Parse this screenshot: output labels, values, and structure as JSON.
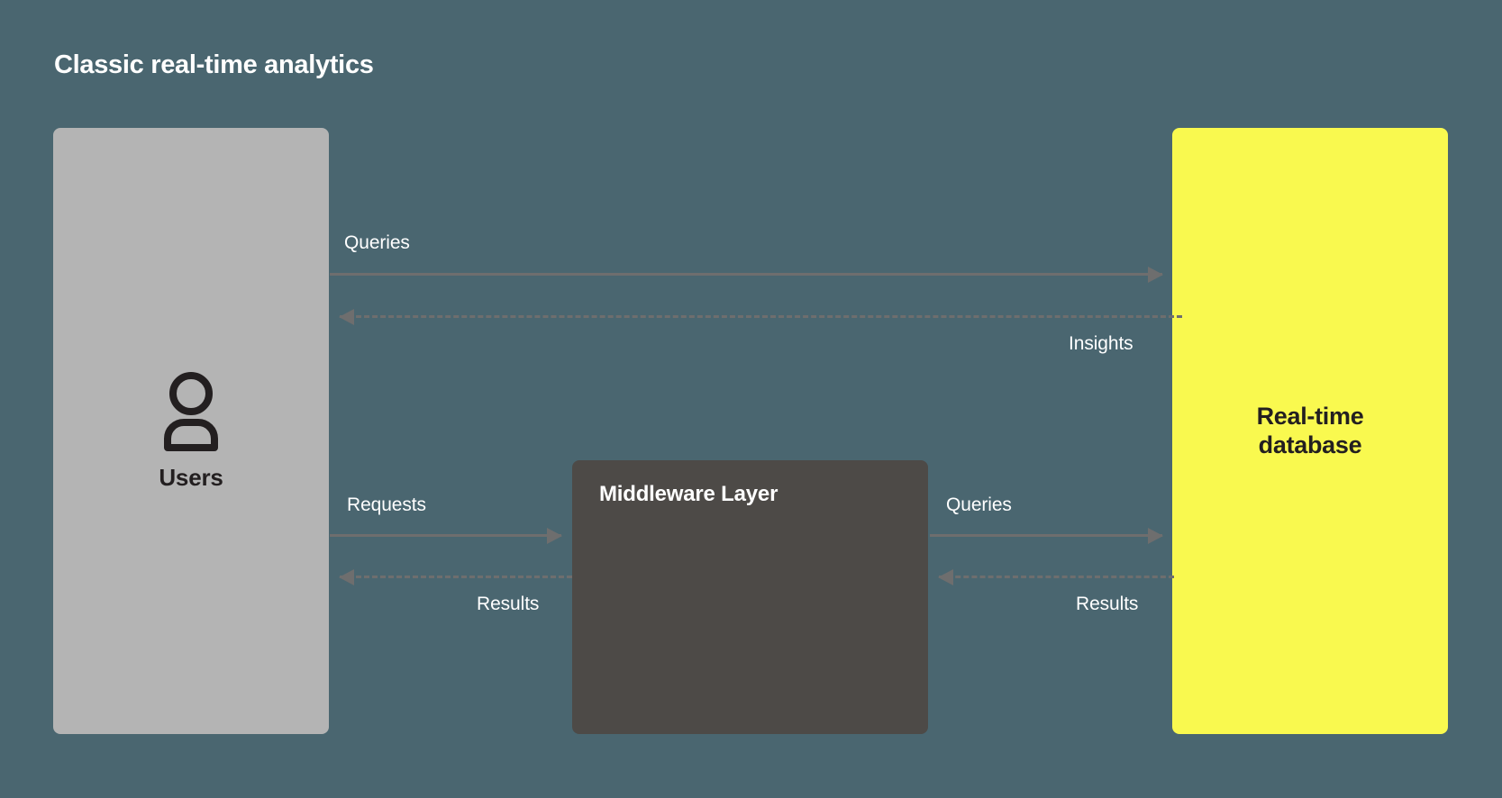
{
  "diagram": {
    "title": "Classic real-time analytics",
    "background_color": "#4a6670",
    "type": "flow-diagram"
  },
  "nodes": [
    {
      "id": "users",
      "label": "Users",
      "icon": "user-icon",
      "color": "#b4b4b4",
      "text_color": "#231f20"
    },
    {
      "id": "middleware",
      "label": "Middleware Layer",
      "color": "#4d4a47",
      "text_color": "#ffffff"
    },
    {
      "id": "database",
      "label_line1": "Real-time",
      "label_line2": "database",
      "color": "#f9f94f",
      "text_color": "#231f20"
    }
  ],
  "connectors": [
    {
      "id": "queries-top",
      "label": "Queries",
      "from": "users",
      "to": "database",
      "style": "solid",
      "direction": "right"
    },
    {
      "id": "insights",
      "label": "Insights",
      "from": "database",
      "to": "users",
      "style": "dashed",
      "direction": "left"
    },
    {
      "id": "requests",
      "label": "Requests",
      "from": "users",
      "to": "middleware",
      "style": "solid",
      "direction": "right"
    },
    {
      "id": "results-left",
      "label": "Results",
      "from": "middleware",
      "to": "users",
      "style": "dashed",
      "direction": "left"
    },
    {
      "id": "queries-bottom",
      "label": "Queries",
      "from": "middleware",
      "to": "database",
      "style": "solid",
      "direction": "right"
    },
    {
      "id": "results-right",
      "label": "Results",
      "from": "database",
      "to": "middleware",
      "style": "dashed",
      "direction": "left"
    }
  ],
  "colors": {
    "background": "#4a6670",
    "connector": "#6e6e6e",
    "accent_yellow": "#f9f94f",
    "label_text": "#ffffff"
  }
}
